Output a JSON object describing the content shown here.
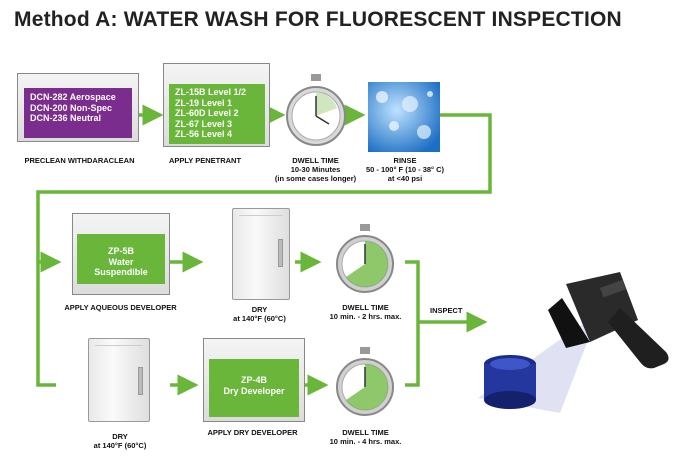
{
  "title": "Method A: WATER WASH FOR FLUORESCENT INSPECTION",
  "steps": {
    "preclean": {
      "products": [
        "DCN-282 Aerospace",
        "DCN-200 Non-Spec",
        "DCN-236 Neutral"
      ],
      "label": "PRECLEAN WITHDARACLEAN",
      "color": "#7b2d8e"
    },
    "penetrant": {
      "products": [
        "ZL-15B Level 1/2",
        "ZL-19 Level 1",
        "ZL-60D Level 2",
        "ZL-67 Level 3",
        "ZL-56 Level 4"
      ],
      "label": "APPLY PENETRANT",
      "color": "#6ab63a"
    },
    "dwell1": {
      "label": "DWELL TIME",
      "line2": "10-30 Minutes",
      "line3": "(in some cases longer)"
    },
    "rinse": {
      "label": "RINSE",
      "line2": "50 - 100° F (10 - 38° C)",
      "line3": "at <40 psi"
    },
    "aqueous": {
      "products": [
        "ZP-5B",
        "Water Suspendible"
      ],
      "label": "APPLY AQUEOUS DEVELOPER",
      "color": "#6ab63a"
    },
    "dry1": {
      "label": "DRY",
      "line2": "at 140°F (60°C)"
    },
    "dwell2": {
      "label": "DWELL TIME",
      "line2": "10 min. - 2 hrs. max."
    },
    "dry2": {
      "label": "DRY",
      "line2": "at 140°F (60°C)"
    },
    "dry_dev": {
      "products": [
        "ZP-4B",
        "Dry Developer"
      ],
      "label": "APPLY DRY DEVELOPER",
      "color": "#6ab63a"
    },
    "dwell3": {
      "label": "DWELL TIME",
      "line2": "10 min. - 4 hrs. max."
    },
    "inspect": {
      "label": "INSPECT"
    }
  },
  "colors": {
    "arrow": "#6ab63a",
    "water": "#3a8fd8",
    "lamp_beam": "#dcdcf2"
  }
}
